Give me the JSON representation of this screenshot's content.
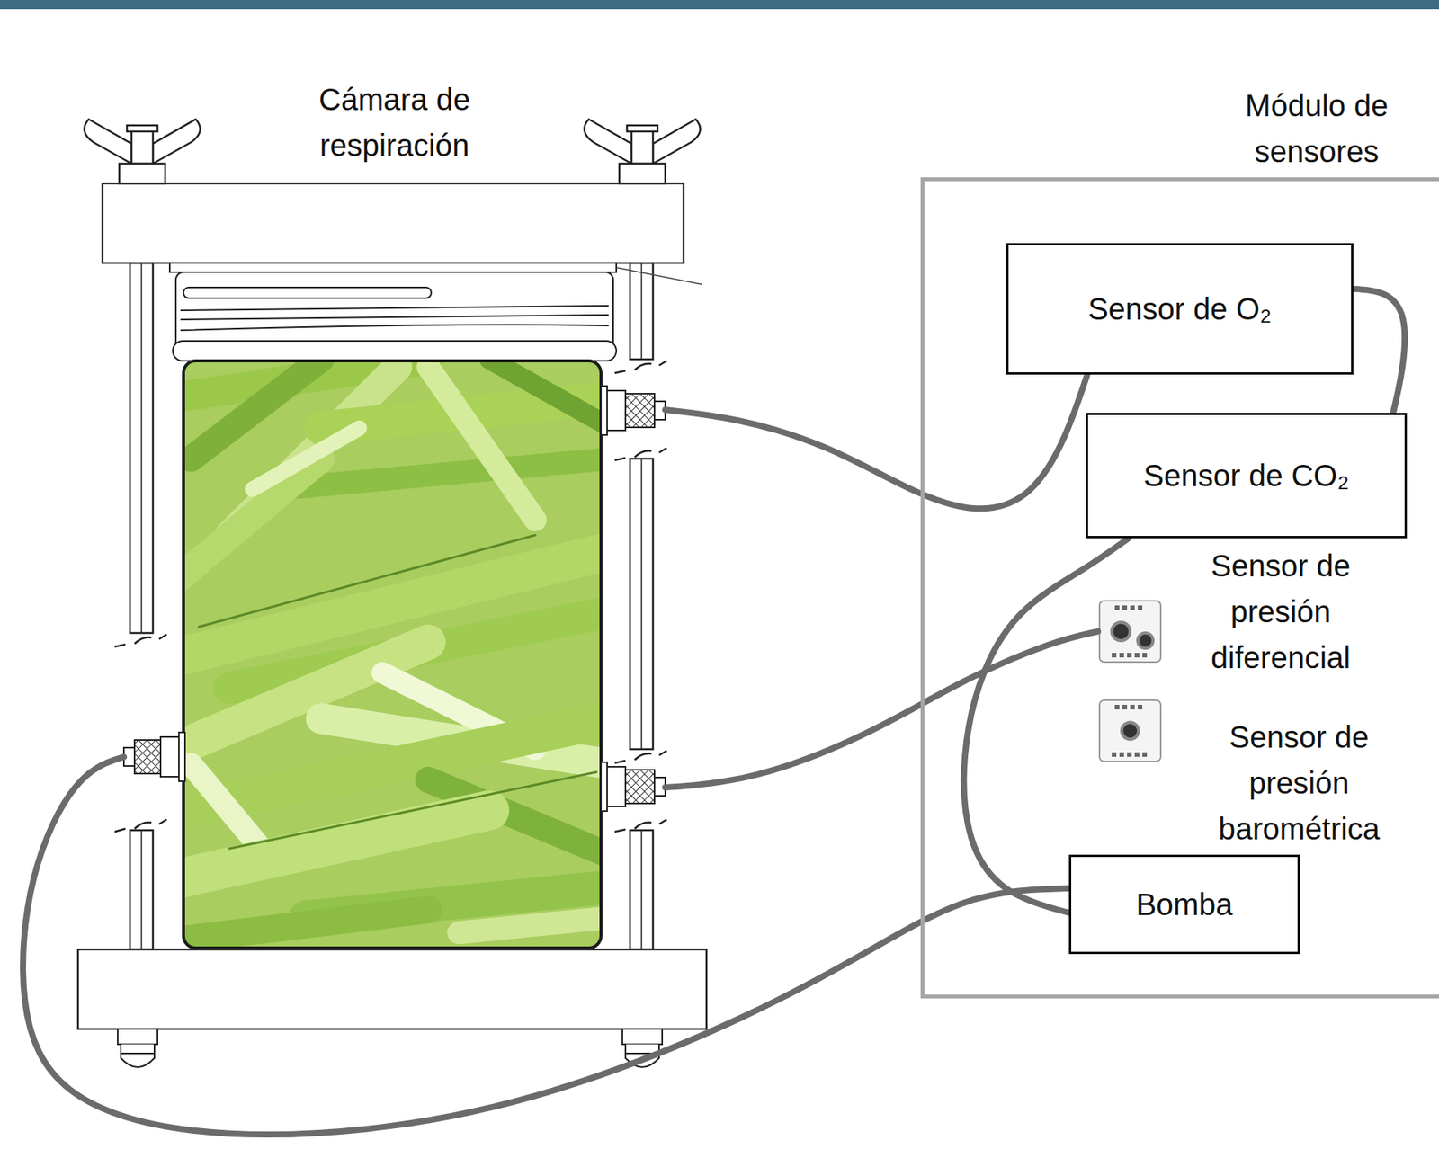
{
  "diagram": {
    "nodes": [
      {
        "text": [
          "Cámara de respiración"
        ]
      },
      {
        "text": [
          "Módulo de sensores"
        ]
      },
      {
        "text": [
          "Sensor de O₂"
        ],
        "in": 1
      },
      {
        "text": [
          "Sensor de CO₂"
        ],
        "in": 1
      },
      {
        "text": [
          "Sensor de presión diferencial"
        ],
        "in": 1
      },
      {
        "text": [
          "Sensor de presión barométrica"
        ],
        "in": 1
      },
      {
        "text": [
          "Bomba"
        ],
        "in": 1
      }
    ],
    "edges": [
      {
        "from": 0,
        "to": 2,
        "arrow": "none"
      },
      {
        "from": 2,
        "to": 3,
        "arrow": "none"
      },
      {
        "from": 3,
        "to": 6,
        "arrow": "none"
      },
      {
        "from": 6,
        "to": 0,
        "arrow": "none"
      },
      {
        "from": 0,
        "to": 4,
        "arrow": "none"
      }
    ]
  }
}
